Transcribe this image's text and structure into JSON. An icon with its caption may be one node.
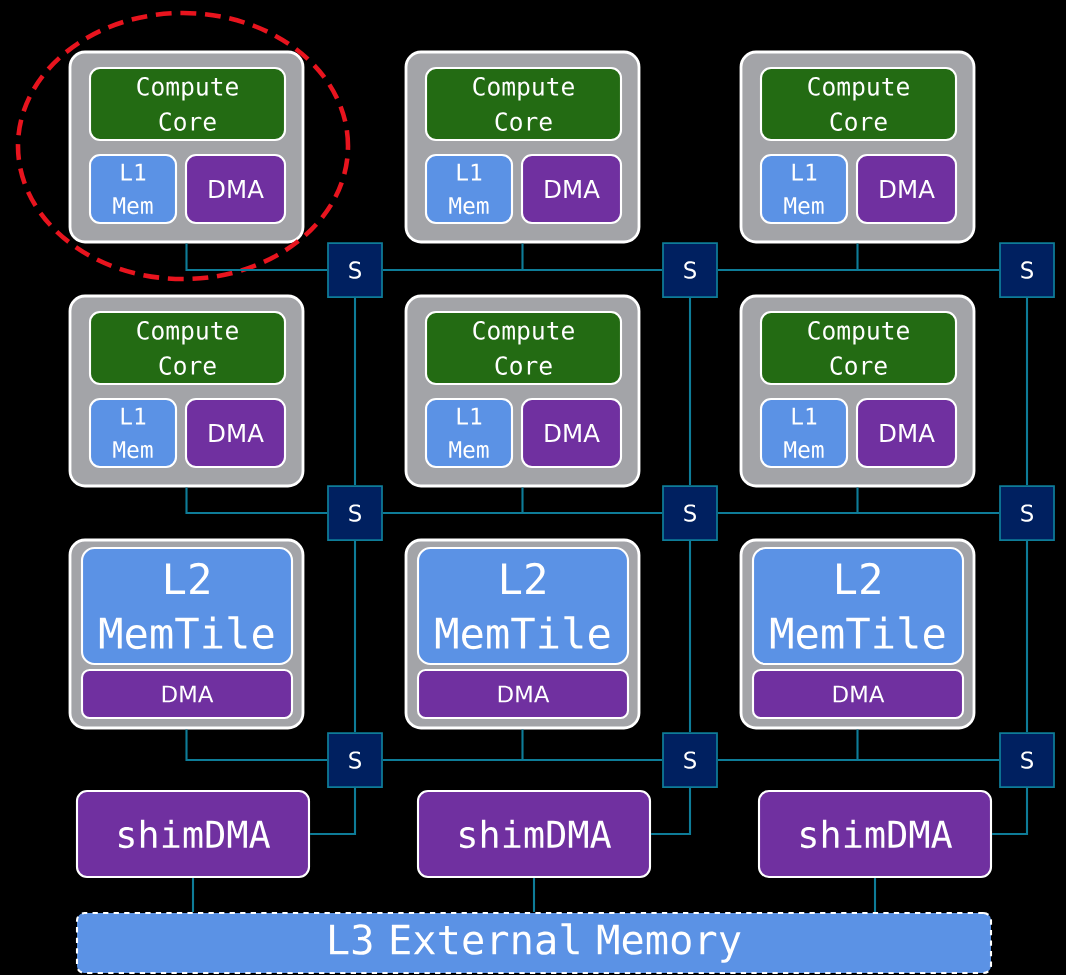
{
  "diagram": {
    "nodes": [
      {
        "text": [],
        "shape": "box"
      },
      {
        "text": [
          "Compute Core"
        ],
        "in": 0
      },
      {
        "text": [
          "L1 Mem"
        ],
        "in": 0
      },
      {
        "text": [
          "DMA"
        ],
        "in": 0
      },
      {
        "text": [],
        "shape": "box"
      },
      {
        "text": [
          "Compute Core"
        ],
        "in": 4
      },
      {
        "text": [
          "L1 Mem"
        ],
        "in": 4
      },
      {
        "text": [
          "DMA"
        ],
        "in": 4
      },
      {
        "text": [],
        "shape": "box"
      },
      {
        "text": [
          "Compute Core"
        ],
        "in": 8
      },
      {
        "text": [
          "L1 Mem"
        ],
        "in": 8
      },
      {
        "text": [
          "DMA"
        ],
        "in": 8
      },
      {
        "text": [
          "S"
        ]
      },
      {
        "text": [
          "S"
        ]
      },
      {
        "text": [
          "S"
        ]
      },
      {
        "text": [],
        "shape": "box"
      },
      {
        "text": [
          "Compute Core"
        ],
        "in": 15
      },
      {
        "text": [
          "L1 Mem"
        ],
        "in": 15
      },
      {
        "text": [
          "DMA"
        ],
        "in": 15
      },
      {
        "text": [],
        "shape": "box"
      },
      {
        "text": [
          "Compute Core"
        ],
        "in": 19
      },
      {
        "text": [
          "L1 Mem"
        ],
        "in": 19
      },
      {
        "text": [
          "DMA"
        ],
        "in": 19
      },
      {
        "text": [],
        "shape": "box"
      },
      {
        "text": [
          "Compute Core"
        ],
        "in": 23
      },
      {
        "text": [
          "L1 Mem"
        ],
        "in": 23
      },
      {
        "text": [
          "DMA"
        ],
        "in": 23
      },
      {
        "text": [
          "S"
        ]
      },
      {
        "text": [
          "S"
        ]
      },
      {
        "text": [
          "S"
        ]
      },
      {
        "text": [],
        "shape": "box"
      },
      {
        "text": [
          "L2 MemTile"
        ],
        "in": 30
      },
      {
        "text": [
          "DMA"
        ],
        "in": 30
      },
      {
        "text": [],
        "shape": "box"
      },
      {
        "text": [
          "L2 MemTile"
        ],
        "in": 33
      },
      {
        "text": [
          "DMA"
        ],
        "in": 33
      },
      {
        "text": [],
        "shape": "box"
      },
      {
        "text": [
          "L2 MemTile"
        ],
        "in": 36
      },
      {
        "text": [
          "DMA"
        ],
        "in": 36
      },
      {
        "text": [
          "S"
        ]
      },
      {
        "text": [
          "S"
        ]
      },
      {
        "text": [
          "S"
        ]
      },
      {
        "text": [
          "shimDMA"
        ]
      },
      {
        "text": [
          "shimDMA"
        ]
      },
      {
        "text": [
          "shimDMA"
        ]
      },
      {
        "text": [
          "L3 External Memory"
        ]
      }
    ],
    "edges": [
      {
        "from": 0,
        "to": 12,
        "arrow": "none"
      },
      {
        "from": 4,
        "to": 13,
        "arrow": "none"
      },
      {
        "from": 8,
        "to": 14,
        "arrow": "none"
      },
      {
        "from": 12,
        "to": 13,
        "arrow": "none"
      },
      {
        "from": 13,
        "to": 14,
        "arrow": "none"
      },
      {
        "from": 15,
        "to": 27,
        "arrow": "none"
      },
      {
        "from": 19,
        "to": 28,
        "arrow": "none"
      },
      {
        "from": 23,
        "to": 29,
        "arrow": "none"
      },
      {
        "from": 27,
        "to": 28,
        "arrow": "none"
      },
      {
        "from": 28,
        "to": 29,
        "arrow": "none"
      },
      {
        "from": 30,
        "to": 39,
        "arrow": "none"
      },
      {
        "from": 33,
        "to": 40,
        "arrow": "none"
      },
      {
        "from": 36,
        "to": 41,
        "arrow": "none"
      },
      {
        "from": 39,
        "to": 40,
        "arrow": "none"
      },
      {
        "from": 40,
        "to": 41,
        "arrow": "none"
      },
      {
        "from": 12,
        "to": 27,
        "arrow": "none"
      },
      {
        "from": 13,
        "to": 28,
        "arrow": "none"
      },
      {
        "from": 14,
        "to": 29,
        "arrow": "none"
      },
      {
        "from": 27,
        "to": 39,
        "arrow": "none"
      },
      {
        "from": 28,
        "to": 40,
        "arrow": "none"
      },
      {
        "from": 29,
        "to": 41,
        "arrow": "none"
      },
      {
        "from": 39,
        "to": 42,
        "arrow": "none"
      },
      {
        "from": 40,
        "to": 43,
        "arrow": "none"
      },
      {
        "from": 41,
        "to": 44,
        "arrow": "none"
      },
      {
        "from": 42,
        "to": 45,
        "arrow": "none"
      },
      {
        "from": 43,
        "to": 45,
        "arrow": "none"
      },
      {
        "from": 44,
        "to": 45,
        "arrow": "none"
      }
    ]
  }
}
